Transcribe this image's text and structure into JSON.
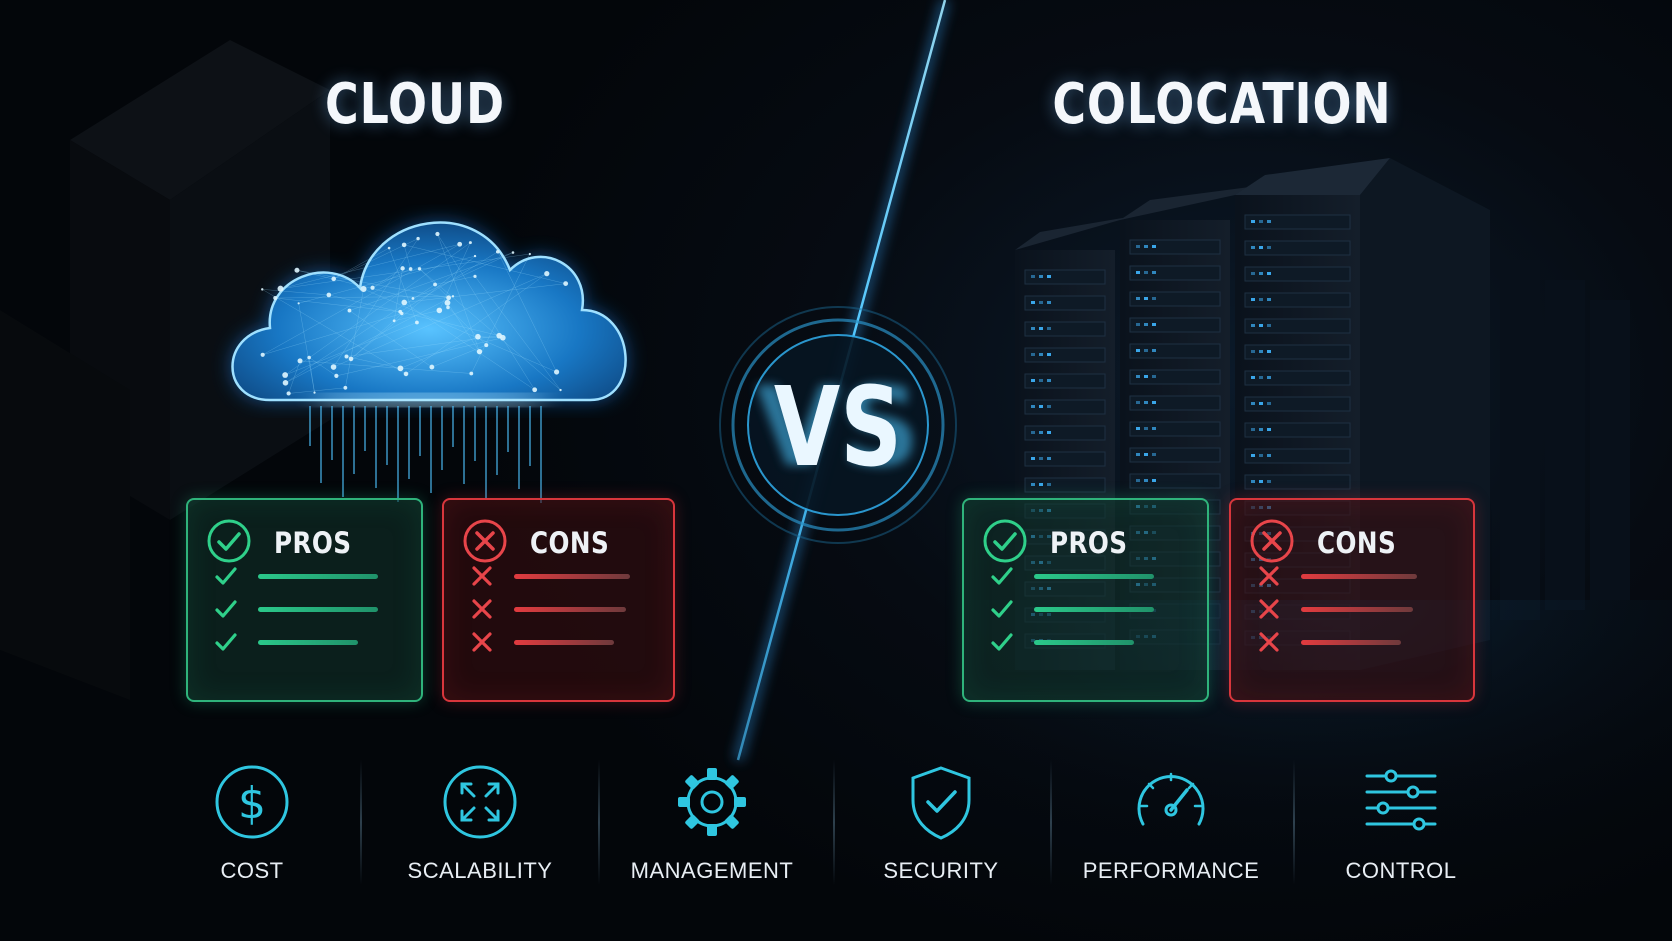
{
  "cloud": {
    "title": "CLOUD",
    "pros": {
      "title": "PROS",
      "rows": 3
    },
    "cons": {
      "title": "CONS",
      "rows": 3
    }
  },
  "colocation": {
    "title": "COLOCATION",
    "pros": {
      "title": "PROS",
      "rows": 3
    },
    "cons": {
      "title": "CONS",
      "rows": 3
    }
  },
  "versus": {
    "text": "VS"
  },
  "factors": [
    {
      "label": "COST",
      "icon": "dollar-icon"
    },
    {
      "label": "SCALABILITY",
      "icon": "expand-arrows-icon"
    },
    {
      "label": "MANAGEMENT",
      "icon": "gear-icon"
    },
    {
      "label": "SECURITY",
      "icon": "shield-check-icon"
    },
    {
      "label": "PERFORMANCE",
      "icon": "speedometer-icon"
    },
    {
      "label": "CONTROL",
      "icon": "sliders-icon"
    }
  ],
  "colors": {
    "accent": "#2fc6e0",
    "pros": "#2fb37b",
    "cons": "#d8363c",
    "glow": "#35a8ff"
  }
}
